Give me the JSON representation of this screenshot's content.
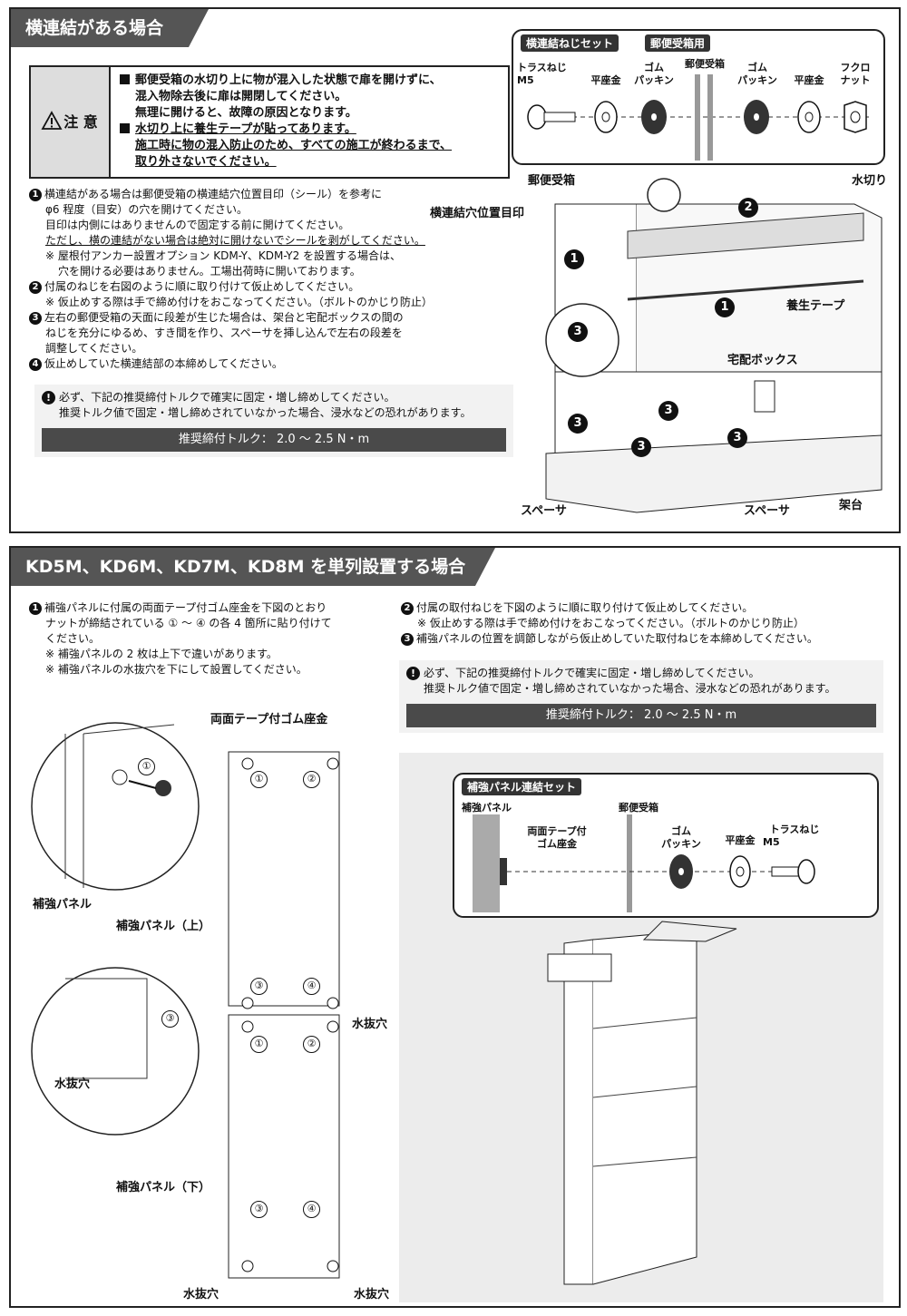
{
  "section1": {
    "title": "横連結がある場合",
    "caution": {
      "label": "注 意",
      "line1": "郵便受箱の水切り上に物が混入した状態で扉を開けずに、",
      "line2": "混入物除去後に扉は開閉してください。",
      "line3": "無理に開けると、故障の原因となります。",
      "line4": "水切り上に養生テープが貼ってあります。",
      "line5": "施工時に物の混入防止のため、すべての施工が終わるまで、",
      "line6": "取り外さないでください。"
    },
    "steps": {
      "s1a": "横連結がある場合は郵便受箱の横連結穴位置目印（シール）を参考に",
      "s1b": "φ6 程度（目安）の穴を開けてください。",
      "s1c": "目印は内側にはありませんので固定する前に開けてください。",
      "s1d": "ただし、横の連結がない場合は絶対に開けないでシールを剥がしてください。",
      "s1e": "※ 屋根付アンカー設置オプション KDM-Y、KDM-Y2 を設置する場合は、",
      "s1f": "穴を開ける必要はありません。工場出荷時に開いております。",
      "s2a": "付属のねじを右図のように順に取り付けて仮止めしてください。",
      "s2b": "※ 仮止めする際は手で締め付けをおこなってください。（ボルトのかじり防止）",
      "s3a": "左右の郵便受箱の天面に段差が生じた場合は、架台と宅配ボックスの間の",
      "s3b": "ねじを充分にゆるめ、すき間を作り、スペーサを挿し込んで左右の段差を",
      "s3c": "調整してください。",
      "s4a": "仮止めしていた横連結部の本締めしてください。"
    },
    "torque": {
      "msg1": "必ず、下記の推奨締付トルクで確実に固定・増し締めしてください。",
      "msg2": "推奨トルク値で固定・増し締めされていなかった場合、浸水などの恐れがあります。",
      "bar": "推奨締付トルク： 2.0 〜 2.5 N・m"
    },
    "screwset": {
      "title": "横連結ねじセット",
      "subtitle": "郵便受箱用",
      "truss": "トラスねじ",
      "m5": "M5",
      "washer": "平座金",
      "packing_a": "ゴム",
      "packing_b": "パッキン",
      "mailbox": "郵便受箱",
      "washer2": "平座金",
      "nut_a": "フクロ",
      "nut_b": "ナット"
    },
    "labels": {
      "mailbox": "郵便受箱",
      "mizukiri": "水切り",
      "hole_mark": "横連結穴位置目印",
      "tape": "養生テープ",
      "takuhai": "宅配ボックス",
      "spacer_l": "スペーサ",
      "spacer_r": "スペーサ",
      "stand": "架台"
    },
    "markers": [
      "1",
      "2",
      "3",
      "4"
    ]
  },
  "section2": {
    "title": "KD5M、KD6M、KD7M、KD8M を単列設置する場合",
    "left": {
      "l1": "補強パネルに付属の両面テープ付ゴム座金を下図のとおり",
      "l2": "ナットが締結されている ① 〜 ④ の各 4 箇所に貼り付けて",
      "l3": "ください。",
      "l4": "※ 補強パネルの 2 枚は上下で違いがあります。",
      "l5": "※ 補強パネルの水抜穴を下にして設置してください。"
    },
    "right": {
      "r1": "付属の取付ねじを下図のように順に取り付けて仮止めしてください。",
      "r2": "※ 仮止めする際は手で締め付けをおこなってください。（ボルトのかじり防止）",
      "r3": "補強パネルの位置を調節しながら仮止めしていた取付ねじを本締めしてください。"
    },
    "torque": {
      "msg1": "必ず、下記の推奨締付トルクで確実に固定・増し締めしてください。",
      "msg2": "推奨トルク値で固定・増し締めされていなかった場合、浸水などの恐れがあります。",
      "bar": "推奨締付トルク： 2.0 〜 2.5 N・m"
    },
    "labels": {
      "washer_tape": "両面テープ付ゴム座金",
      "hokyo": "補強パネル",
      "panel_top": "補強パネル（上）",
      "panel_bottom": "補強パネル（下）",
      "drain1": "水抜穴",
      "drain2": "水抜穴",
      "drain3": "水抜穴",
      "drain4": "水抜穴"
    },
    "set": {
      "title": "補強パネル連結セット",
      "panel": "補強パネル",
      "mailbox": "郵便受箱",
      "washer_a": "両面テープ付",
      "washer_b": "ゴム座金",
      "packing_a": "ゴム",
      "packing_b": "パッキン",
      "flat": "平座金",
      "truss": "トラスねじ",
      "m5": "M5"
    },
    "circled": [
      "①",
      "②",
      "③",
      "④"
    ]
  }
}
